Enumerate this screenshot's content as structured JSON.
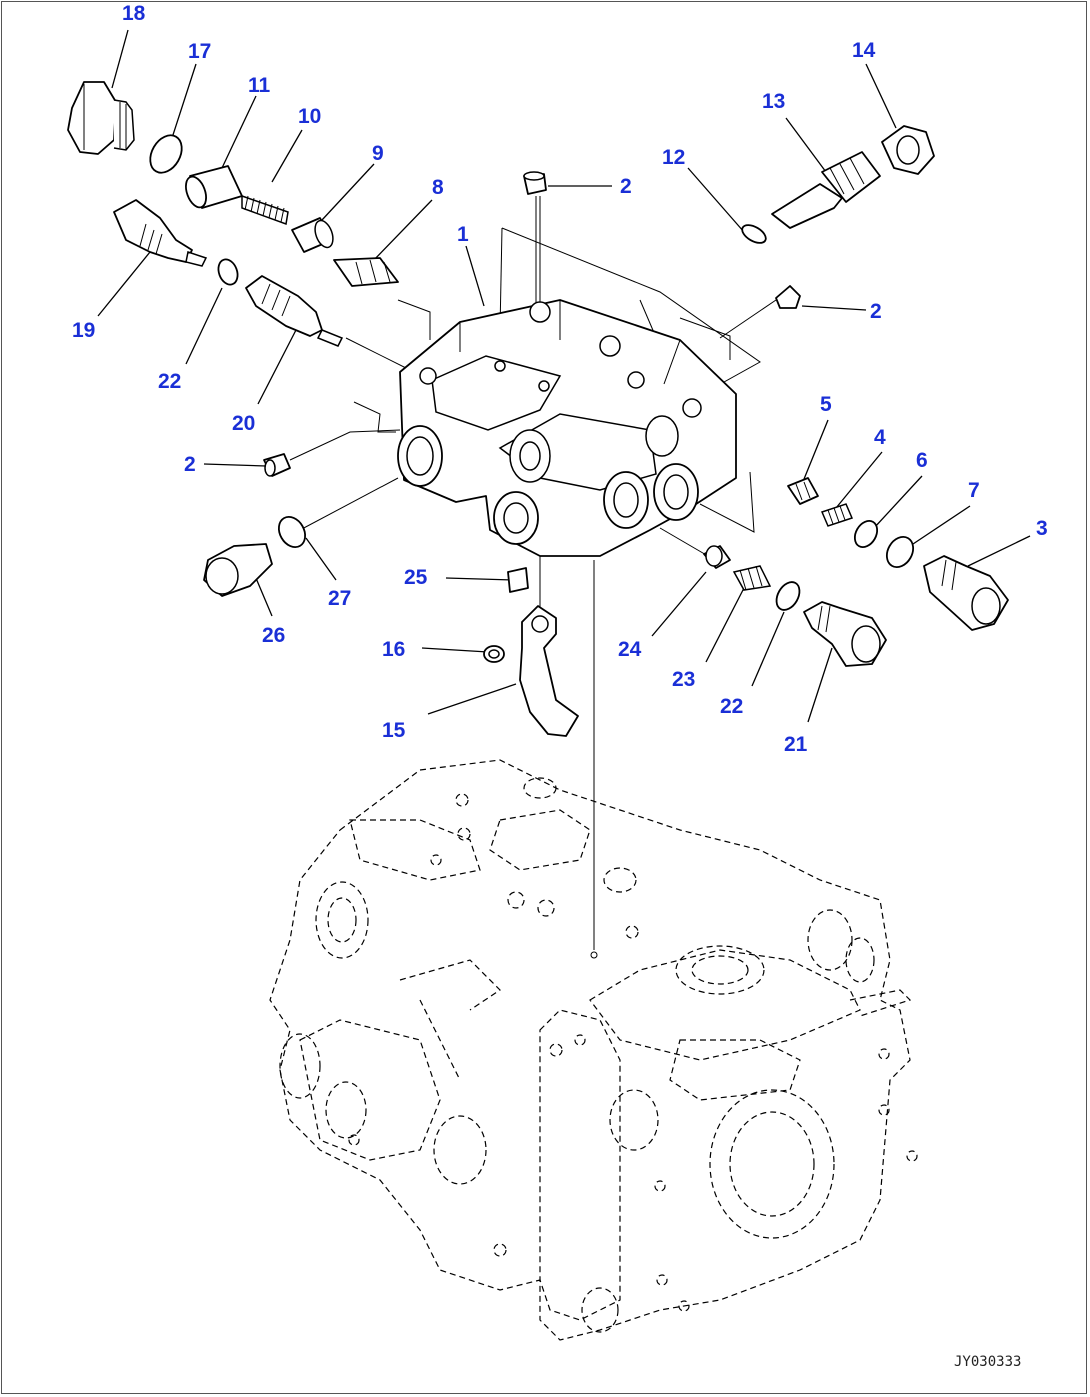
{
  "drawing_id": "JY030333",
  "callouts": [
    {
      "id": "c18",
      "label": "18"
    },
    {
      "id": "c17",
      "label": "17"
    },
    {
      "id": "c11",
      "label": "11"
    },
    {
      "id": "c10",
      "label": "10"
    },
    {
      "id": "c9",
      "label": "9"
    },
    {
      "id": "c8",
      "label": "8"
    },
    {
      "id": "c1",
      "label": "1"
    },
    {
      "id": "c2a",
      "label": "2"
    },
    {
      "id": "c12",
      "label": "12"
    },
    {
      "id": "c13",
      "label": "13"
    },
    {
      "id": "c14",
      "label": "14"
    },
    {
      "id": "c2b",
      "label": "2"
    },
    {
      "id": "c19",
      "label": "19"
    },
    {
      "id": "c22a",
      "label": "22"
    },
    {
      "id": "c20",
      "label": "20"
    },
    {
      "id": "c2c",
      "label": "2"
    },
    {
      "id": "c5",
      "label": "5"
    },
    {
      "id": "c4",
      "label": "4"
    },
    {
      "id": "c6",
      "label": "6"
    },
    {
      "id": "c7",
      "label": "7"
    },
    {
      "id": "c3",
      "label": "3"
    },
    {
      "id": "c27",
      "label": "27"
    },
    {
      "id": "c26",
      "label": "26"
    },
    {
      "id": "c25",
      "label": "25"
    },
    {
      "id": "c16",
      "label": "16"
    },
    {
      "id": "c15",
      "label": "15"
    },
    {
      "id": "c24",
      "label": "24"
    },
    {
      "id": "c23",
      "label": "23"
    },
    {
      "id": "c22b",
      "label": "22"
    },
    {
      "id": "c21",
      "label": "21"
    }
  ]
}
